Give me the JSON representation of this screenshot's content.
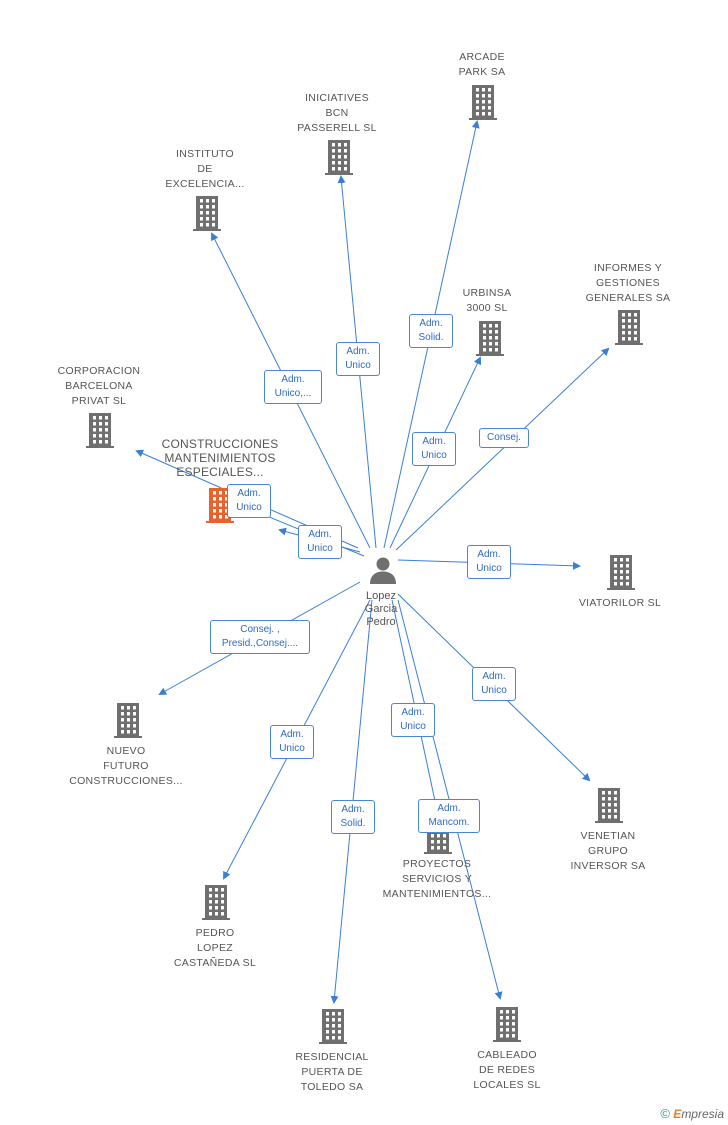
{
  "center": {
    "name_lines": [
      "Lopez",
      "Garcia",
      "Pedro"
    ],
    "icon": "person-icon"
  },
  "colors": {
    "edge": "#3a7fd5",
    "building": "#6f6f6f",
    "highlight": "#e8622c",
    "text": "#555555"
  },
  "nodes": [
    {
      "id": "arcade",
      "lines": [
        "ARCADE",
        "PARK SA"
      ],
      "icon": "building-icon"
    },
    {
      "id": "iniciatives",
      "lines": [
        "INICIATIVES",
        "BCN",
        "PASSERELL SL"
      ],
      "icon": "building-icon"
    },
    {
      "id": "instituto",
      "lines": [
        "INSTITUTO",
        "DE",
        "EXCELENCIA..."
      ],
      "icon": "building-icon"
    },
    {
      "id": "urbinsa",
      "lines": [
        "URBINSA",
        "3000 SL"
      ],
      "icon": "building-icon"
    },
    {
      "id": "informes",
      "lines": [
        "INFORMES Y",
        "GESTIONES",
        "GENERALES SA"
      ],
      "icon": "building-icon"
    },
    {
      "id": "corporacion",
      "lines": [
        "CORPORACION",
        "BARCELONA",
        "PRIVAT SL"
      ],
      "icon": "building-icon"
    },
    {
      "id": "construcciones",
      "lines": [
        "CONSTRUCCIONES",
        "MANTENIMIENTOS",
        "ESPECIALES..."
      ],
      "icon": "building-icon",
      "highlight": true
    },
    {
      "id": "viatorilor",
      "lines": [
        "VIATORILOR SL"
      ],
      "icon": "building-icon"
    },
    {
      "id": "nuevo",
      "lines": [
        "NUEVO",
        "FUTURO",
        "CONSTRUCCIONES..."
      ],
      "icon": "building-icon"
    },
    {
      "id": "venetian",
      "lines": [
        "VENETIAN",
        "GRUPO",
        "INVERSOR SA"
      ],
      "icon": "building-icon"
    },
    {
      "id": "proyectos",
      "lines": [
        "PROYECTOS",
        "SERVICIOS Y",
        "MANTENIMIENTOS..."
      ],
      "icon": "building-icon"
    },
    {
      "id": "pedro",
      "lines": [
        "PEDRO",
        "LOPEZ",
        "CASTAÑEDA SL"
      ],
      "icon": "building-icon"
    },
    {
      "id": "residencial",
      "lines": [
        "RESIDENCIAL",
        "PUERTA DE",
        "TOLEDO SA"
      ],
      "icon": "building-icon"
    },
    {
      "id": "cableado",
      "lines": [
        "CABLEADO",
        "DE REDES",
        "LOCALES SL"
      ],
      "icon": "building-icon"
    }
  ],
  "edge_labels": [
    {
      "id": "e-arcade",
      "lines": [
        "Adm.",
        "Solid."
      ]
    },
    {
      "id": "e-iniciatives",
      "lines": [
        "Adm.",
        "Unico"
      ]
    },
    {
      "id": "e-instituto",
      "lines": [
        "Adm.",
        "Unico,..."
      ]
    },
    {
      "id": "e-urbinsa",
      "lines": [
        "Adm.",
        "Unico"
      ]
    },
    {
      "id": "e-informes",
      "lines": [
        "Consej."
      ]
    },
    {
      "id": "e-construcciones",
      "lines": [
        "Adm.",
        "Unico"
      ]
    },
    {
      "id": "e-corporacion",
      "lines": [
        "Adm.",
        "Unico"
      ]
    },
    {
      "id": "e-viatorilor",
      "lines": [
        "Adm.",
        "Unico"
      ]
    },
    {
      "id": "e-nuevo",
      "lines": [
        "Consej. ,",
        "Presid.,Consej...."
      ]
    },
    {
      "id": "e-venetian",
      "lines": [
        "Adm.",
        "Unico"
      ]
    },
    {
      "id": "e-pedro",
      "lines": [
        "Adm.",
        "Unico"
      ]
    },
    {
      "id": "e-residencial",
      "lines": [
        "Adm.",
        "Solid."
      ]
    },
    {
      "id": "e-proyectos",
      "lines": [
        "Adm.",
        "Unico"
      ]
    },
    {
      "id": "e-cableado",
      "lines": [
        "Adm.",
        "Mancom."
      ]
    }
  ],
  "brand": {
    "copyright": "©",
    "first_letter": "E",
    "rest": "mpresia"
  }
}
